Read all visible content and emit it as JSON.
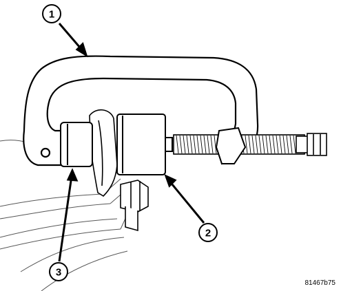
{
  "callouts": [
    {
      "label": "1"
    },
    {
      "label": "2"
    },
    {
      "label": "3"
    }
  ],
  "figure_id": "81467b75"
}
